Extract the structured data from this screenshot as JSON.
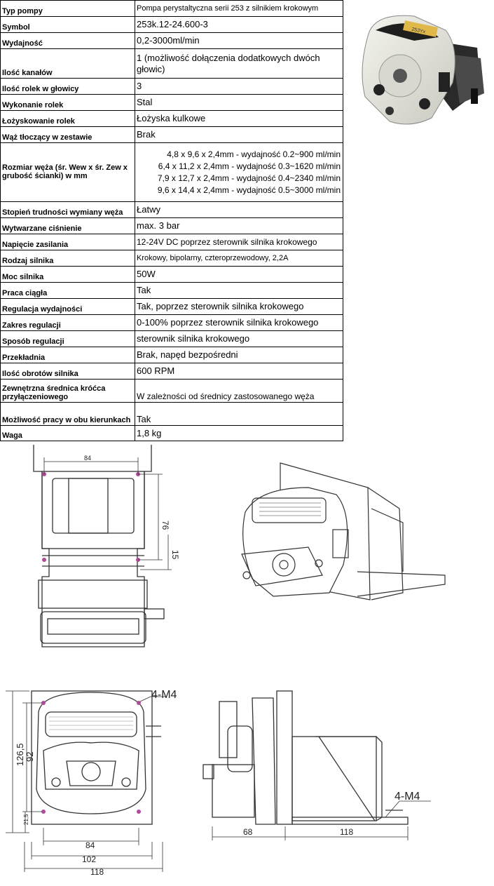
{
  "specs": [
    {
      "label": "Typ pompy",
      "value": "Pompa perystaltyczna serii 253 z silnikiem krokowym"
    },
    {
      "label": "Symbol",
      "value": "253k.12-24.600-3"
    },
    {
      "label": "Wydajność",
      "value": "0,2-3000ml/min"
    },
    {
      "label": "Ilość kanałów",
      "value": "1 (możliwość dołączenia dodatkowych dwóch głowic)"
    },
    {
      "label": "Ilość rolek w głowicy",
      "value": "3"
    },
    {
      "label": "Wykonanie rolek",
      "value": "Stal"
    },
    {
      "label": "Łożyskowanie rolek",
      "value": "Łożyska kulkowe"
    },
    {
      "label": "Wąż tłoczący w zestawie",
      "value": "Brak"
    },
    {
      "label": "Rozmiar węża (śr. Wew x śr. Zew x grubość ścianki) w mm",
      "lines": [
        "4,8 x 9,6 x 2,4mm - wydajność 0.2~900 ml/min",
        "6,4 x 11,2 x 2,4mm - wydajność  0.3~1620 ml/min",
        "7,9 x 12,7 x 2,4mm - wydajność 0.4~2340 ml/min",
        "9,6 x 14,4 x 2,4mm - wydajność  0.5~3000 ml/min"
      ]
    },
    {
      "label": "Stopień trudności wymiany węża",
      "value": "Łatwy"
    },
    {
      "label": "Wytwarzane ciśnienie",
      "value": "max. 3 bar"
    },
    {
      "label": "Napięcie zasilania",
      "value": "12-24V DC poprzez sterownik silnika krokowego"
    },
    {
      "label": "Rodzaj silnika",
      "value": "Krokowy, bipolarny, czteroprzewodowy, 2,2A"
    },
    {
      "label": "Moc silnika",
      "value": "50W"
    },
    {
      "label": "Praca ciągła",
      "value": "Tak"
    },
    {
      "label": "Regulacja wydajności",
      "value": "Tak, poprzez sterownik silnika krokowego"
    },
    {
      "label": "Zakres regulacji",
      "value": "0-100% poprzez sterownik silnika krokowego"
    },
    {
      "label": "Sposób regulacji",
      "value": "sterownik silnika krokowego"
    },
    {
      "label": "Przekładnia",
      "value": "Brak, napęd bezpośredni"
    },
    {
      "label": "Ilość obrotów silnika",
      "value": "600 RPM"
    },
    {
      "label": "Zewnętrzna średnica króćca przyłączeniowego",
      "value": "W zależności od średnicy zastosowanego węża"
    },
    {
      "label": "Możliwość pracy w obu kierunkach",
      "value": "Tak"
    },
    {
      "label": "Waga",
      "value": "1,8 kg"
    }
  ],
  "photo": {
    "badge": "253Yx"
  },
  "drawing_top": {
    "dim_width": "84",
    "dim_height": "76",
    "dim_small": "15"
  },
  "drawing_front": {
    "mount_label": "4-M4",
    "dim_h1": "126,5",
    "dim_h2": "92",
    "dim_h3": "21,5",
    "dim_w1": "84",
    "dim_w2": "102",
    "dim_w3": "118"
  },
  "drawing_side": {
    "mount_label": "4-M4",
    "dim_w1": "68",
    "dim_w2": "118"
  }
}
